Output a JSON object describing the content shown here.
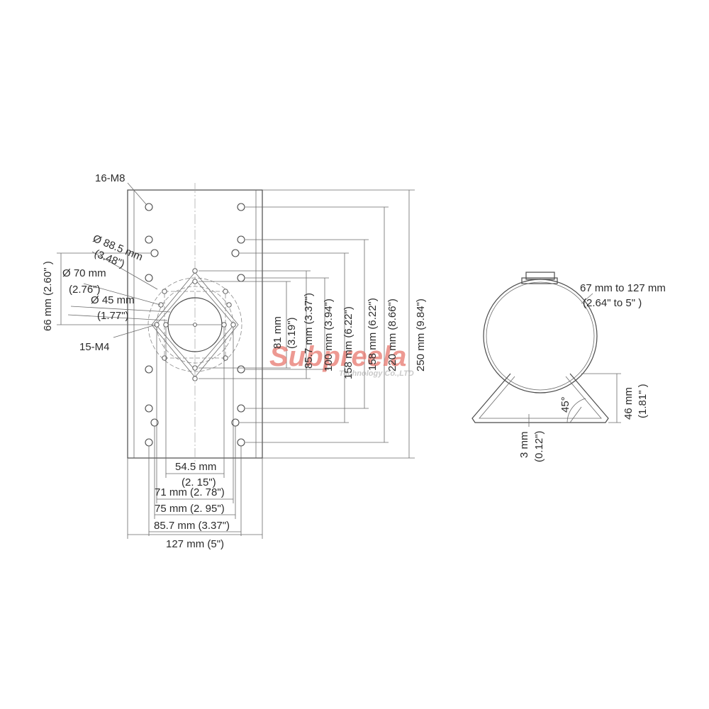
{
  "labels": {
    "holes_m8": "16-M8",
    "holes_m4": "15-M4",
    "dia_88_mm": "Ø 88.5 mm",
    "dia_88_in": "(3.48\")",
    "dia_70_mm": "Ø 70 mm",
    "dia_70_in": "(2.76\")",
    "dia_45_mm": "Ø 45 mm",
    "dia_45_in": "(1.77\")",
    "h66": "66 mm (2.60\" )",
    "h81_mm": "81 mm",
    "h81_in": "(3.19\")",
    "h857": "85.7 mm (3.37\")",
    "h100": "100 mm (3.94\")",
    "h158a": "158 mm (6.22\")",
    "h158b": "158 mm (6.22\")",
    "h220": "220 mm (8.66\")",
    "h250": "250 mm (9.84\")",
    "w545_mm": "54.5 mm",
    "w545_in": "(2. 15\")",
    "w71": "71 mm (2. 78\")",
    "w75": "75 mm (2. 95\")",
    "w857": "85.7 mm (3.37\")",
    "w127": "127 mm (5\")",
    "pole_range_mm": "67 mm to 127 mm",
    "pole_range_in": "(2.64\" to 5\" )",
    "h46_mm": "46 mm",
    "h46_in": "(1.81\" )",
    "t3_mm": "3 mm",
    "t3_in": "(0.12\")",
    "angle": "45°"
  },
  "watermark": {
    "brand": "Subpreela",
    "tagline": "Technology Co.,LTD"
  },
  "colors": {
    "line": "#4a4a4a",
    "text": "#2b2b2b",
    "watermark_red": "#e8786e",
    "watermark_grey": "#b8b8b8"
  }
}
